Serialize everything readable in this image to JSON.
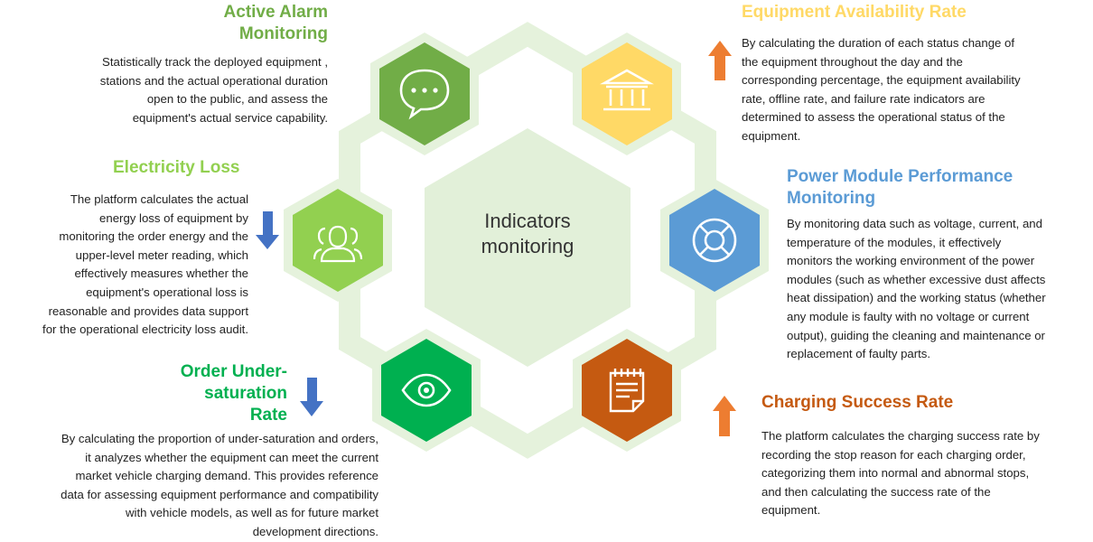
{
  "center": {
    "line1": "Indicators",
    "line2": "monitoring"
  },
  "colors": {
    "ring": "#e5f2dc",
    "center_hex": "#e2f0d9",
    "alarm": "#71ad47",
    "electricity": "#92d050",
    "order": "#00b050",
    "availability": "#ffd966",
    "power": "#5b9bd5",
    "charging": "#c55a11",
    "arrow_up": "#ed7d31",
    "arrow_down": "#4472c4"
  },
  "items": {
    "alarm": {
      "title_line1": "Active Alarm",
      "title_line2": "Monitoring",
      "icon": "chat-bubble-icon",
      "lines": [
        "Statistically track the deployed equipment ,",
        "stations and the actual operational duration",
        "open to the public, and assess the",
        "equipment's actual service capability."
      ]
    },
    "electricity": {
      "title": "Electricity Loss",
      "icon": "users-icon",
      "arrow": "down",
      "lines": [
        "The platform calculates the actual",
        "energy loss of equipment by",
        "monitoring the order energy and the",
        "upper-level meter reading, which",
        "effectively measures whether the",
        "equipment's operational loss is",
        "reasonable and provides data support",
        "for the operational electricity loss audit."
      ]
    },
    "order": {
      "title_line1": "Order Under-",
      "title_line2": "saturation",
      "title_line3": "Rate",
      "icon": "eye-icon",
      "arrow": "down",
      "lines": [
        "By calculating the proportion of under-saturation and orders,",
        "it analyzes whether the equipment can meet the current",
        "market vehicle charging demand. This provides reference",
        "data for assessing equipment performance and compatibility",
        "with vehicle models, as well as for future market",
        "development directions."
      ]
    },
    "availability": {
      "title": "Equipment Availability Rate",
      "icon": "bank-icon",
      "arrow": "up",
      "lines": [
        "By calculating the duration of each status change of",
        "the equipment throughout the day and the",
        "corresponding percentage, the equipment availability",
        "rate, offline rate, and failure rate indicators are",
        "determined to assess the operational status of the",
        "equipment."
      ]
    },
    "power": {
      "title_line1": "Power Module Performance",
      "title_line2": "Monitoring",
      "icon": "lifebuoy-icon",
      "lines": [
        "By monitoring data such as voltage, current, and",
        "temperature of the modules, it effectively",
        "monitors the working environment of the power",
        "modules (such as whether excessive dust affects",
        "heat dissipation) and the working status (whether",
        "any module is faulty with no voltage or current",
        "output), guiding the cleaning and maintenance or",
        "replacement of faulty parts."
      ]
    },
    "charging": {
      "title": "Charging Success Rate",
      "icon": "document-icon",
      "arrow": "up",
      "lines": [
        "The platform calculates the charging success rate by",
        "recording the stop reason for each charging order,",
        "categorizing them into normal and abnormal stops,",
        "and then calculating the success rate of the",
        "equipment."
      ]
    }
  }
}
